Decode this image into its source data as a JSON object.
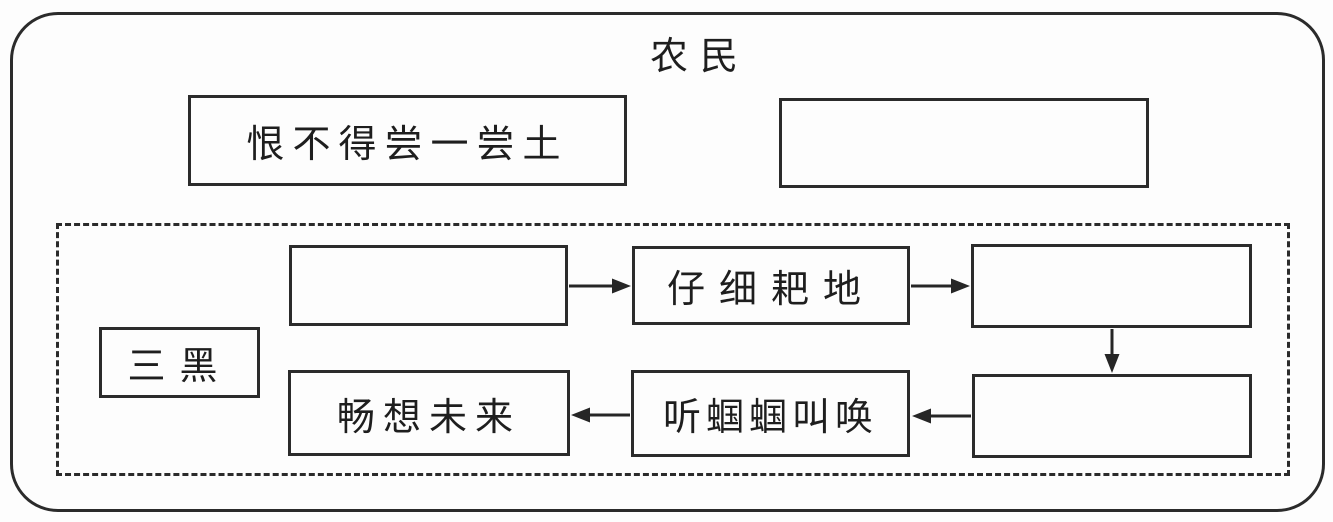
{
  "title": "农民",
  "hint_boxes": {
    "left": {
      "label": "恨不得尝一尝土"
    },
    "right": {
      "label": ""
    }
  },
  "flowchart": {
    "subject_label": "三黑",
    "nodes": [
      {
        "id": "node-1",
        "position": "top-left",
        "label": ""
      },
      {
        "id": "node-2",
        "position": "top-middle",
        "label": "仔细耙地"
      },
      {
        "id": "node-3",
        "position": "top-right",
        "label": ""
      },
      {
        "id": "node-4",
        "position": "bottom-left",
        "label": "畅想未来"
      },
      {
        "id": "node-5",
        "position": "bottom-middle",
        "label": "听蝈蝈叫唤"
      },
      {
        "id": "node-6",
        "position": "bottom-right",
        "label": ""
      }
    ],
    "connections": [
      {
        "from": "node-1",
        "to": "node-2",
        "direction": "right"
      },
      {
        "from": "node-2",
        "to": "node-3",
        "direction": "right"
      },
      {
        "from": "node-3",
        "to": "node-6",
        "direction": "down"
      },
      {
        "from": "node-6",
        "to": "node-5",
        "direction": "left"
      },
      {
        "from": "node-5",
        "to": "node-4",
        "direction": "left"
      }
    ]
  },
  "colors": {
    "line": "#262626",
    "background": "#fdfdfd"
  }
}
